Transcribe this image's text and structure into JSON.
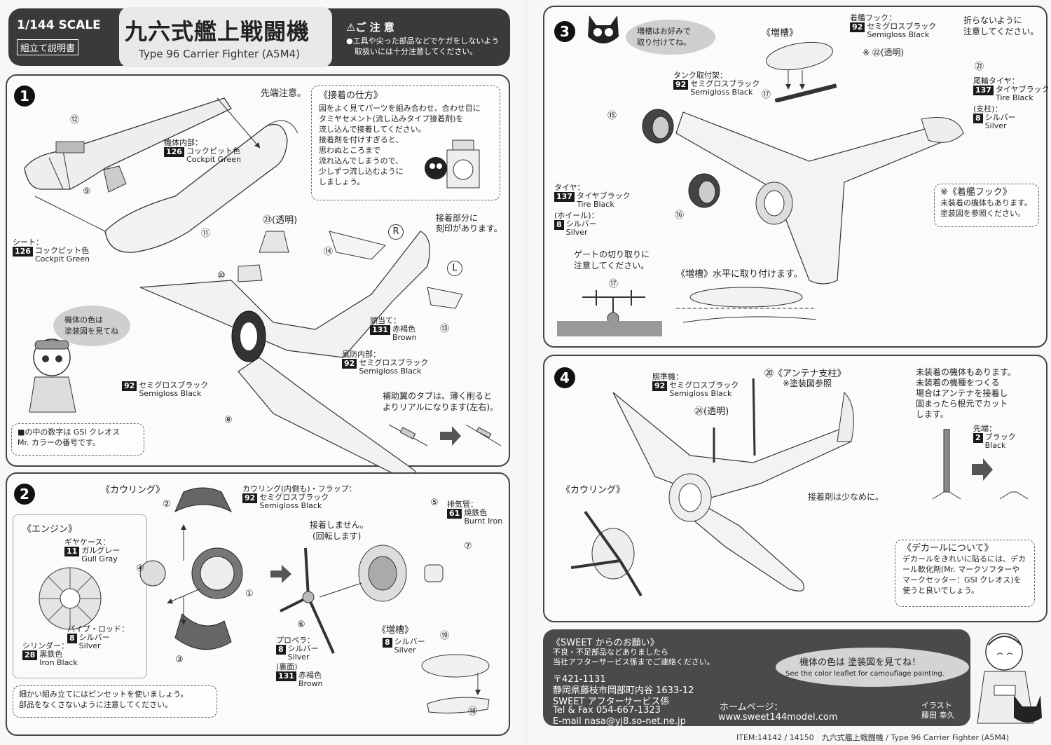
{
  "header": {
    "scale": "1/144 SCALE",
    "manual_label": "組立て説明書",
    "title_jp": "九六式艦上戦闘機",
    "title_en": "Type 96 Carrier Fighter (A5M4)",
    "caution_title": "⚠ご 注 意",
    "caution_text1": "●工具や尖った部品などでケガをしないよう",
    "caution_text2": "取扱いには十分注意してください。"
  },
  "step1": {
    "number": "1",
    "tip_note": "先端注意。",
    "part_12": "⑫",
    "part_9": "⑨",
    "part_11": "⑪",
    "part_23": "㉓(透明)",
    "part_10": "⑩",
    "part_14": "⑭",
    "part_13": "⑬",
    "part_8": "⑧",
    "R": "R",
    "L": "L",
    "interior_label": "機体内部：",
    "interior_code": "126",
    "interior_jp": "コックピット色",
    "interior_en": "Cockpit Green",
    "seat_label": "シート：",
    "seat_code": "126",
    "seat_jp": "コックピット色",
    "seat_en": "Cockpit Green",
    "glue_title": "《接着の仕方》",
    "glue_lines": [
      "図をよく見てパーツを組み合わせ、合わせ目に",
      "タミヤセメント(流し込みタイプ接着剤)を",
      "流し込んで接着してください。",
      "接着剤を付けすぎると、",
      "思わぬところまで",
      "流れ込んでしまうので、",
      "少しずつ流し込むように",
      "しましょう。"
    ],
    "engrave_note1": "接着部分に",
    "engrave_note2": "刻印があります。",
    "bubble1": "機体の色は",
    "bubble2": "塗装図を見てね",
    "headrest_label": "頭当て：",
    "headrest_code": "131",
    "headrest_jp": "赤褐色",
    "headrest_en": "Brown",
    "windshield_label": "風防内部：",
    "windshield_code": "92",
    "windshield_jp": "セミグロスブラック",
    "windshield_en": "Semigloss Black",
    "body_code": "92",
    "body_jp": "セミグロスブラック",
    "body_en": "Semigloss Black",
    "tab_note1": "補助翼のタブは、薄く削ると",
    "tab_note2": "よりリアルになります(左右)。",
    "gsi_note1": "■の中の数字は GSI クレオス",
    "gsi_note2": "Mr. カラーの番号です。"
  },
  "step2": {
    "number": "2",
    "cowling_title": "《カウリング》",
    "engine_title": "《エンジン》",
    "cowl_label": "カウリング(内側も)・フラップ：",
    "cowl_code": "92",
    "cowl_jp": "セミグロスブラック",
    "cowl_en": "Semigloss Black",
    "gear_label": "ギヤケース：",
    "gear_code": "11",
    "gear_jp": "ガルグレー",
    "gear_en": "Gull Gray",
    "pipe_label": "パイプ・ロッド：",
    "pipe_code": "8",
    "pipe_jp": "シルバー",
    "pipe_en": "Silver",
    "cyl_label": "シリンダー：",
    "cyl_code": "28",
    "cyl_jp": "黒鉄色",
    "cyl_en": "Iron Black",
    "exhaust_label": "排気管：",
    "exhaust_code": "61",
    "exhaust_jp": "焼鉄色",
    "exhaust_en": "Burnt Iron",
    "noglue1": "接着しません。",
    "noglue2": "(回転します)",
    "prop_label": "プロペラ：",
    "prop_code": "8",
    "prop_jp": "シルバー",
    "prop_en": "Silver",
    "back_label": "(裏面)",
    "back_code": "131",
    "back_jp": "赤褐色",
    "back_en": "Brown",
    "tank_title": "《増槽》",
    "tank_code": "8",
    "tank_jp": "シルバー",
    "tank_en": "Silver",
    "p1": "①",
    "p2": "②",
    "p3": "③",
    "p4": "④",
    "p5": "⑤",
    "p6": "⑥",
    "p7": "⑦",
    "p18": "⑱",
    "p19": "⑲",
    "tweezer1": "細かい組み立てにはピンセットを使いましょう。",
    "tweezer2": "部品をなくさないように注意してください。"
  },
  "step3": {
    "number": "3",
    "bubble1": "増槽はお好みで",
    "bubble2": "取り付けてね。",
    "tank_title": "《増槽》",
    "hook_label": "着艦フック：",
    "hook_code": "92",
    "hook_jp": "セミグロスブラック",
    "hook_en": "Semigloss Black",
    "p22": "※ ㉒(透明)",
    "nobend1": "折らないように",
    "nobend2": "注意してください。",
    "p21": "㉑",
    "rack_label": "タンク取付架：",
    "rack_code": "92",
    "rack_jp": "セミグロスブラック",
    "rack_en": "Semigloss Black",
    "p17": "⑰",
    "tailtire_label": "尾輪タイヤ：",
    "tailtire_code": "137",
    "tailtire_jp": "タイヤブラック",
    "tailtire_en": "Tire Black",
    "strut_label": "(支柱)：",
    "strut_code": "8",
    "strut_jp": "シルバー",
    "strut_en": "Silver",
    "p15": "⑮",
    "p16": "⑯",
    "tire_label": "タイヤ：",
    "tire_code": "137",
    "tire_jp": "タイヤブラック",
    "tire_en": "Tire Black",
    "wheel_label": "(ホイール)：",
    "wheel_code": "8",
    "wheel_jp": "シルバー",
    "wheel_en": "Silver",
    "hooknote_title": "※《着艦フック》",
    "hooknote1": "未装着の機体もあります。",
    "hooknote2": "塗装図を参照ください。",
    "gate1": "ゲートの切り取りに",
    "gate2": "注意してください。",
    "p17b": "⑰",
    "horiz": "《増槽》水平に取り付けます。"
  },
  "step4": {
    "number": "4",
    "sight_label": "照準機：",
    "sight_code": "92",
    "sight_jp": "セミグロスブラック",
    "sight_en": "Semigloss Black",
    "antenna_title": "⑳《アンテナ支柱》",
    "antenna_sub": "※塗装図参照",
    "p24": "㉔(透明)",
    "cowling_title": "《カウリング》",
    "glue_less": "接着剤は少なめに。",
    "ant_note": [
      "未装着の機体もあります。",
      "未装着の機種をつくる",
      "場合はアンテナを接着し",
      "固まったら根元でカット",
      "します。"
    ],
    "tip_label": "先端：",
    "tip_code": "2",
    "tip_jp": "ブラック",
    "tip_en": "Black",
    "decal_title": "《デカールについて》",
    "decal_lines": [
      "デカールをきれいに貼るには、デカ",
      "ール軟化剤(Mr. マークソフターや",
      "マークセッター：GSI クレオス)を",
      "使うと良いでしょう。"
    ]
  },
  "footer": {
    "request_title": "《SWEET からのお願い》",
    "req1": "不良・不足部品などありましたら",
    "req2": "当社アフターサービス係までご連絡ください。",
    "zip": "〒421-1131",
    "addr": "静岡県藤枝市岡部町内谷 1633-12",
    "dept": "SWEET アフターサービス係",
    "tel": "Tel & Fax 054-667-1323",
    "email": "E-mail nasa@yj8.so-net.ne.jp",
    "home_label": "ホームページ：",
    "home_url": "www.sweet144model.com",
    "color_bubble_jp": "機体の色は 塗装図を見てね！",
    "color_bubble_en": "See the color leaflet for camouflage painting.",
    "illust1": "イラスト",
    "illust2": "藤田 幸久",
    "item": "ITEM:14142 / 14150　九六式艦上戦闘機 / Type 96 Carrier Fighter (A5M4)"
  }
}
